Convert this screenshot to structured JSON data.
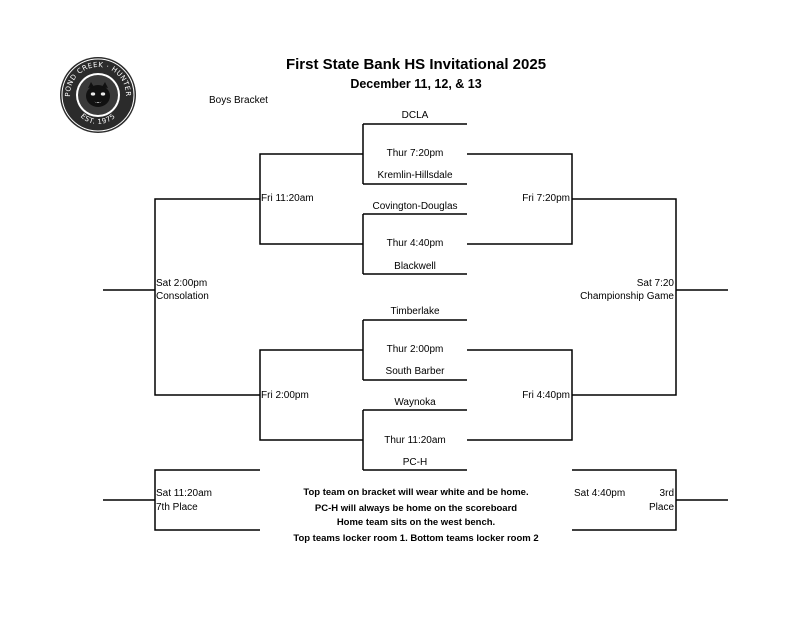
{
  "header": {
    "title": "First State Bank HS Invitational 2025",
    "dates": "December 11, 12, & 13",
    "bracket_label": "Boys Bracket"
  },
  "logo": {
    "text_top": "POND CREEK · HUNTER",
    "text_bottom": "EST. 1975",
    "accent": "#2b2b2b"
  },
  "games": {
    "g1": {
      "top_team": "DCLA",
      "time": "Thur 7:20pm",
      "bottom_team": "Kremlin-Hillsdale"
    },
    "g2": {
      "top_team": "Covington-Douglas",
      "time": "Thur 4:40pm",
      "bottom_team": "Blackwell"
    },
    "g3": {
      "top_team": "Timberlake",
      "time": "Thur 2:00pm",
      "bottom_team": "South Barber"
    },
    "g4": {
      "top_team": "Waynoka",
      "time": "Thur 11:20am",
      "bottom_team": "PC-H"
    }
  },
  "rounds": {
    "cons_semi_top": "Fri 11:20am",
    "cons_semi_bottom": "Fri 2:00pm",
    "semi_top": "Fri 7:20pm",
    "semi_bottom": "Fri 4:40pm",
    "consolation_time": "Sat 2:00pm",
    "consolation_label": "Consolation",
    "championship_time": "Sat 7:20",
    "championship_label": "Championship Game",
    "seventh_time": "Sat 11:20am",
    "seventh_label": "7th Place",
    "third_time": "Sat 4:40pm",
    "third_label_1": "3rd",
    "third_label_2": "Place"
  },
  "notes": [
    "Top team on bracket will wear white and be home.",
    "PC-H will always be home on the scoreboard",
    "Home team sits on the west bench.",
    "Top teams locker room 1.  Bottom teams locker room 2"
  ]
}
